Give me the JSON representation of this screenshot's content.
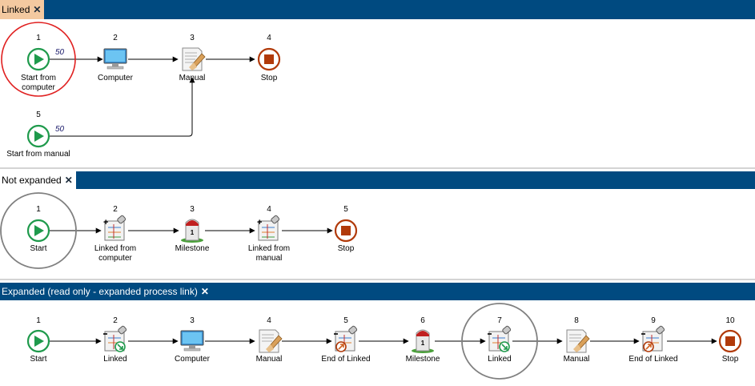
{
  "panels": [
    {
      "tab": "Linked",
      "nodes": [
        {
          "num": "1",
          "label": [
            "Start from",
            "computer"
          ],
          "icon": "start-icon"
        },
        {
          "num": "2",
          "label": [
            "Computer"
          ],
          "icon": "computer-icon"
        },
        {
          "num": "3",
          "label": [
            "Manual"
          ],
          "icon": "manual-icon"
        },
        {
          "num": "4",
          "label": [
            "Stop"
          ],
          "icon": "stop-icon"
        },
        {
          "num": "5",
          "label": [
            "Start from manual"
          ],
          "icon": "start-icon"
        }
      ],
      "edge_labels": [
        "50",
        "50"
      ]
    },
    {
      "tab": "Not expanded",
      "nodes": [
        {
          "num": "1",
          "label": [
            "Start"
          ],
          "icon": "start-icon"
        },
        {
          "num": "2",
          "label": [
            "Linked from",
            "computer"
          ],
          "icon": "linked-process-icon"
        },
        {
          "num": "3",
          "label": [
            "Milestone"
          ],
          "icon": "milestone-icon"
        },
        {
          "num": "4",
          "label": [
            "Linked from",
            "manual"
          ],
          "icon": "linked-process-icon"
        },
        {
          "num": "5",
          "label": [
            "Stop"
          ],
          "icon": "stop-icon"
        }
      ]
    },
    {
      "tab": "Expanded (read only - expanded process link)",
      "nodes": [
        {
          "num": "1",
          "label": [
            "Start"
          ],
          "icon": "start-icon"
        },
        {
          "num": "2",
          "label": [
            "Linked"
          ],
          "icon": "linked-in-icon"
        },
        {
          "num": "3",
          "label": [
            "Computer"
          ],
          "icon": "computer-icon"
        },
        {
          "num": "4",
          "label": [
            "Manual"
          ],
          "icon": "manual-icon"
        },
        {
          "num": "5",
          "label": [
            "End of Linked"
          ],
          "icon": "linked-out-icon"
        },
        {
          "num": "6",
          "label": [
            "Milestone"
          ],
          "icon": "milestone-icon"
        },
        {
          "num": "7",
          "label": [
            "Linked"
          ],
          "icon": "linked-in-icon"
        },
        {
          "num": "8",
          "label": [
            "Manual"
          ],
          "icon": "manual-icon"
        },
        {
          "num": "9",
          "label": [
            "End of Linked"
          ],
          "icon": "linked-out-icon"
        },
        {
          "num": "10",
          "label": [
            "Stop"
          ],
          "icon": "stop-icon"
        }
      ]
    }
  ],
  "colors": {
    "header": "#004a80",
    "active_tab": "#f3c9a0",
    "start": "#1f9a4c",
    "stop": "#b13a0a",
    "highlight": "#e02020",
    "selection": "#808080"
  }
}
